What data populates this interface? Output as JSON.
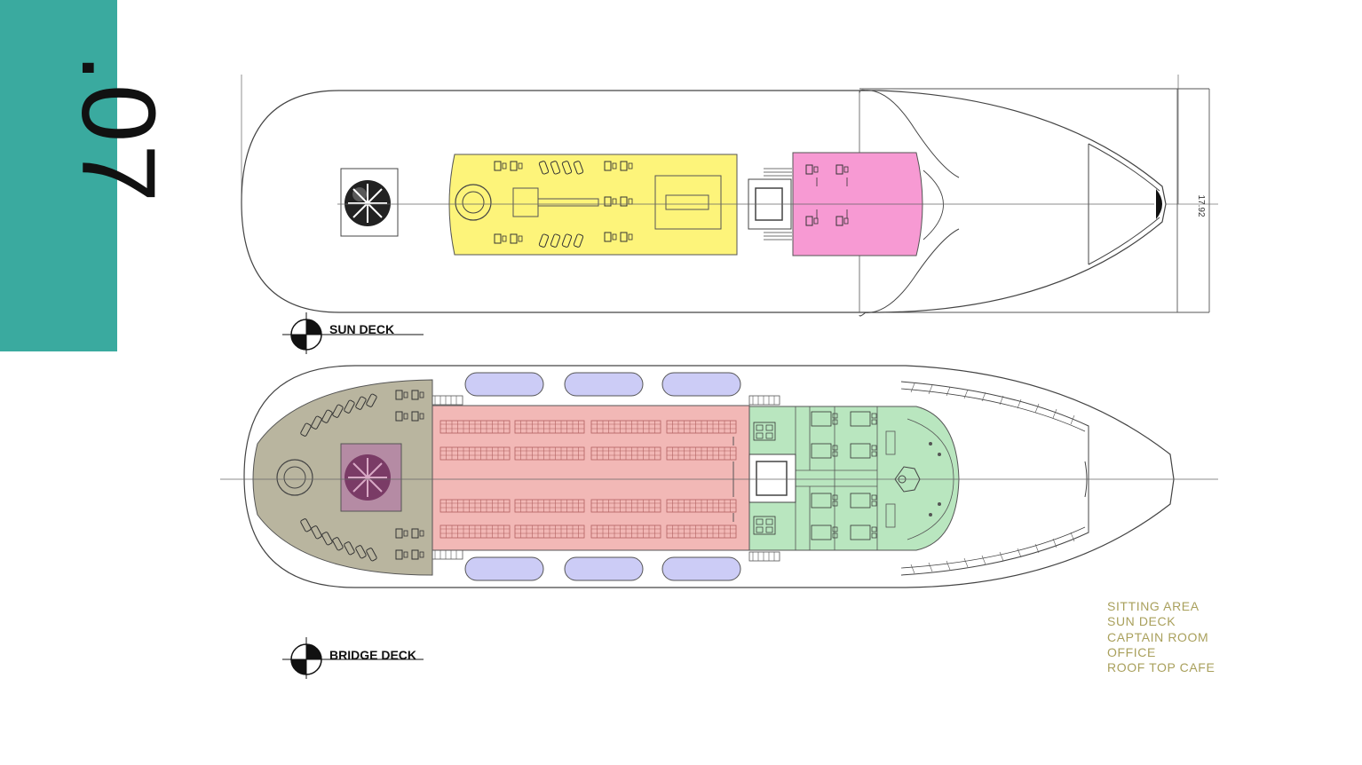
{
  "slide": {
    "number": ".07",
    "tab_color": "#3aaa9f"
  },
  "decks": [
    {
      "id": "sun-deck",
      "label": "SUN DECK"
    },
    {
      "id": "bridge-deck",
      "label": "BRIDGE DECK"
    }
  ],
  "dimension_label": "17.92",
  "legend": {
    "items": [
      "SITTING AREA",
      "SUN DECK",
      "CAPTAIN ROOM",
      "OFFICE",
      "ROOF TOP CAFE"
    ],
    "text_color": "#a9a05c"
  },
  "zone_colors": {
    "sun_deck_yellow": "#fdf47a",
    "sun_deck_pink": "#f79ad3",
    "bridge_khaki": "#b9b59f",
    "bridge_pink": "#f2b8b6",
    "bridge_green": "#b9e6bf",
    "lifeboats": "#ccccf6",
    "planter": "#b58ba4"
  },
  "icons": [
    "north-arrow-icon",
    "tree-icon",
    "steering-wheel-icon"
  ]
}
